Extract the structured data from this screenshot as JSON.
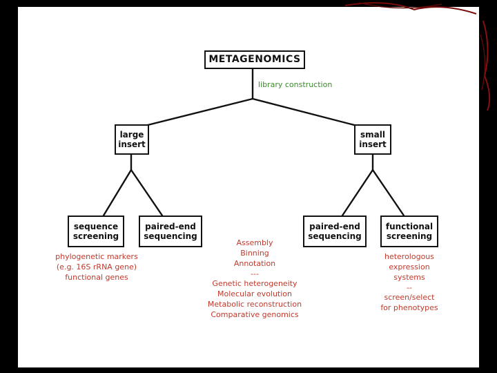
{
  "colors": {
    "background": "#000000",
    "slide": "#ffffff",
    "line": "#111111",
    "green_label": "#3a8a2a",
    "red_text": "#c0392b"
  },
  "root": {
    "label": "METAGENOMICS"
  },
  "edge_label": "library construction",
  "branches": {
    "large_insert": {
      "line1": "large",
      "line2": "insert"
    },
    "small_insert": {
      "line1": "small",
      "line2": "insert"
    }
  },
  "leaves": {
    "sequence_screening": {
      "line1": "sequence",
      "line2": "screening"
    },
    "paired_end_left": {
      "line1": "paired-end",
      "line2": "sequencing"
    },
    "paired_end_right": {
      "line1": "paired-end",
      "line2": "sequencing"
    },
    "functional_screening": {
      "line1": "functional",
      "line2": "screening"
    }
  },
  "notes": {
    "sequence_screening": [
      "phylogenetic markers",
      "(e.g. 16S rRNA gene)",
      "functional genes"
    ],
    "sequencing": [
      "Assembly",
      "Binning",
      "Annotation",
      "---",
      "Genetic heterogeneity",
      "Molecular evolution",
      "Metabolic reconstruction",
      "Comparative genomics"
    ],
    "functional_screening": [
      "heterologous",
      "expression",
      "systems",
      "--",
      "screen/select",
      "for phenotypes"
    ]
  }
}
